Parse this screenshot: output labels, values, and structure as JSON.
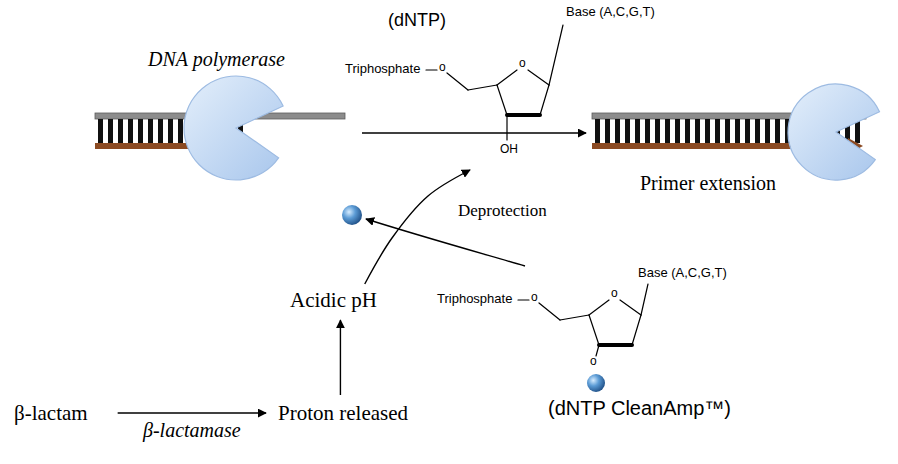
{
  "diagram": {
    "nodes": [
      {
        "text": [
          "(dNTP)",
          "Base (A,C,G,T)",
          "Triphosphate",
          "o",
          "o",
          "OH"
        ]
      },
      {
        "text": [
          "Base (A,C,G,T)",
          "Triphosphate",
          "o",
          "o",
          "o",
          "(dNTP CleanAmp™)"
        ]
      },
      {
        "text": [
          "β-lactam"
        ]
      },
      {
        "text": [
          "Proton released"
        ]
      },
      {
        "text": [
          "Acidic pH"
        ]
      }
    ],
    "edges": [
      {
        "from": 2,
        "to": 3,
        "arrow": "to",
        "label": "β-lactamase"
      },
      {
        "from": 3,
        "to": 4,
        "arrow": "to"
      },
      {
        "from": 4,
        "to": 0,
        "arrow": "to"
      }
    ],
    "labels": [
      "DNA polymerase",
      "Primer extension",
      "Deprotection"
    ]
  }
}
